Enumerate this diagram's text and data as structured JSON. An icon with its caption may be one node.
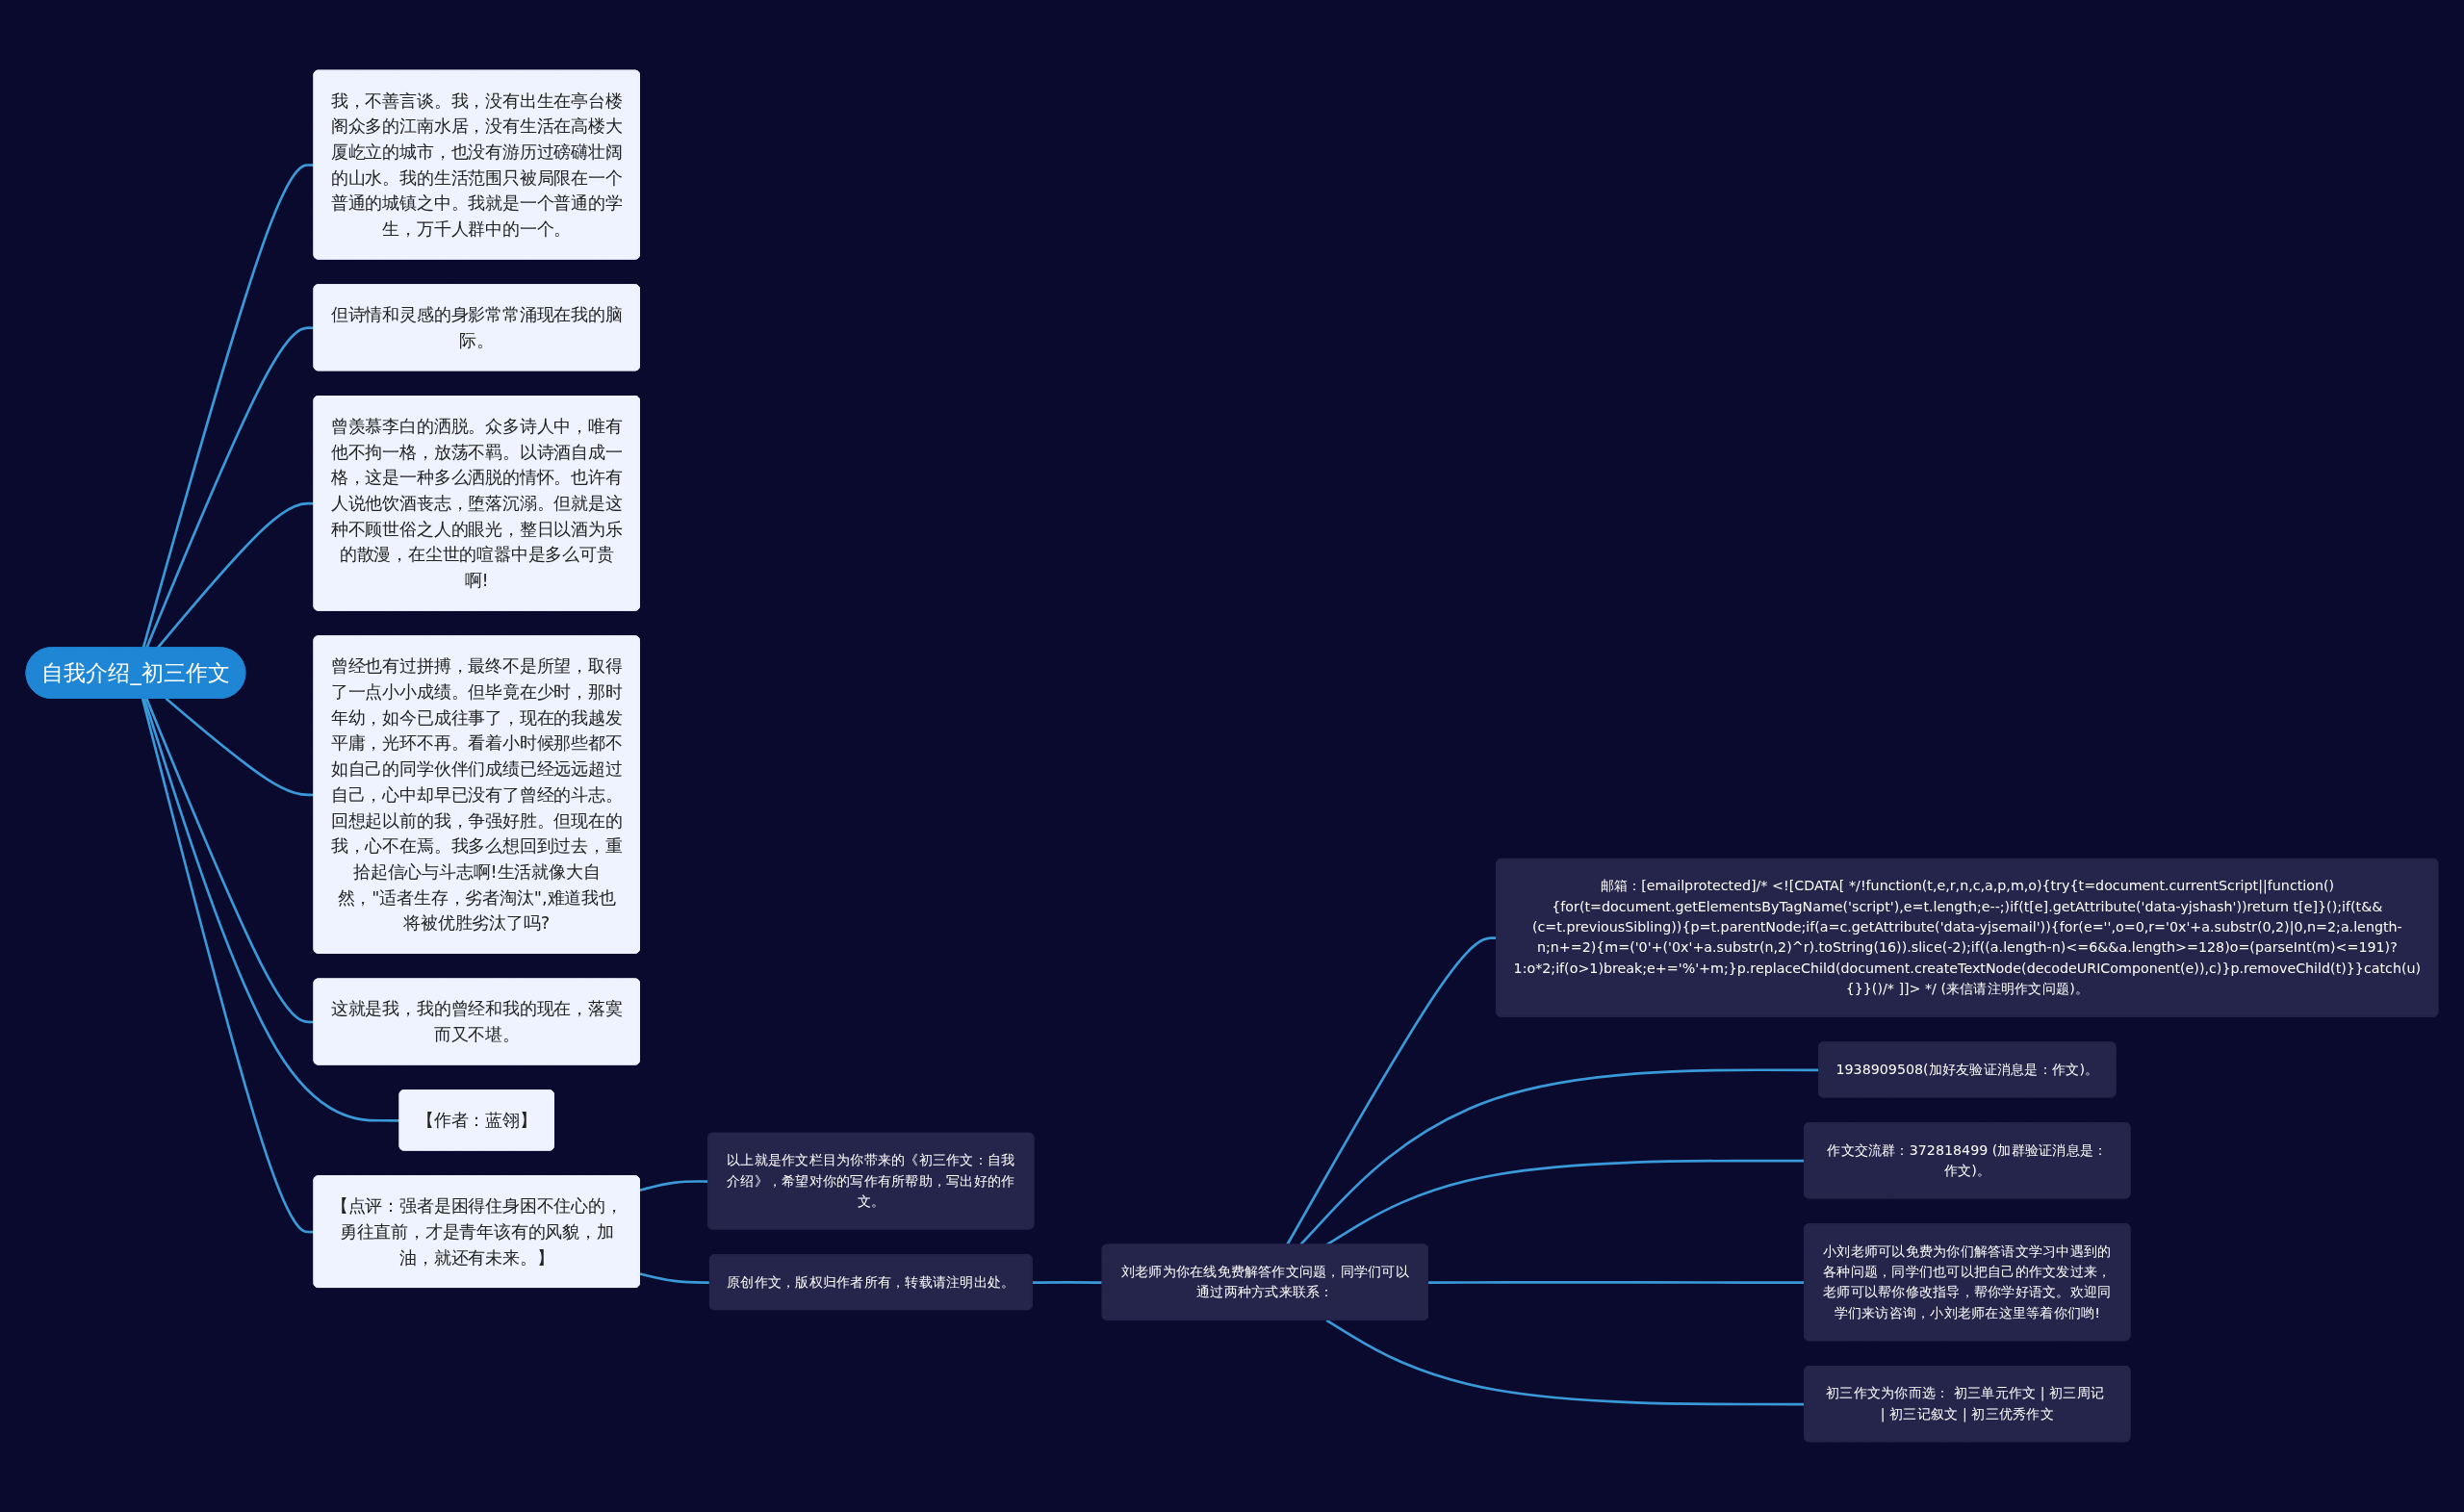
{
  "diagram": {
    "nodes": [
      {
        "text": [
          "自我介绍_初三作文"
        ]
      },
      {
        "text": [
          "我，不善言谈。我，没有出生在亭台楼阁众多的江南水居，没有生活在高楼大厦屹立的城市，也没有游历过磅礴壮阔的山水。我的生活范围只被局限在一个普通的城镇之中。我就是一个普通的学生，万千人群中的一个。"
        ]
      },
      {
        "text": [
          "但诗情和灵感的身影常常涌现在我的脑际。"
        ]
      },
      {
        "text": [
          "曾羡慕李白的洒脱。众多诗人中，唯有他不拘一格，放荡不羁。以诗酒自成一格，这是一种多么洒脱的情怀。也许有人说他饮酒丧志，堕落沉溺。但就是这种不顾世俗之人的眼光，整日以酒为乐的散漫，在尘世的喧嚣中是多么可贵啊!"
        ]
      },
      {
        "text": [
          "曾经也有过拼搏，最终不是所望，取得了一点小小成绩。但毕竟在少时，那时年幼，如今已成往事了，现在的我越发平庸，光环不再。看着小时候那些都不如自己的同学伙伴们成绩已经远远超过自己，心中却早已没有了曾经的斗志。回想起以前的我，争强好胜。但现在的我，心不在焉。我多么想回到过去，重拾起信心与斗志啊!生活就像大自然，\"适者生存，劣者淘汰\",难道我也将被优胜劣汰了吗?"
        ]
      },
      {
        "text": [
          "这就是我，我的曾经和我的现在，落寞而又不堪。"
        ]
      },
      {
        "text": [
          "【作者：蓝翎】"
        ]
      },
      {
        "text": [
          "【点评：强者是困得住身困不住心的，勇往直前，才是青年该有的风貌，加油，就还有未来。】"
        ]
      },
      {
        "text": [
          "以上就是作文栏目为你带来的《初三作文：自我介绍》，希望对你的写作有所帮助，写出好的作文。"
        ]
      },
      {
        "text": [
          "原创作文，版权归作者所有，转载请注明出处。"
        ]
      },
      {
        "text": [
          "刘老师为你在线免费解答作文问题，同学们可以通过两种方式来联系："
        ]
      },
      {
        "text": [
          "邮箱：[emailprotected]/* <![CDATA[ */!function(t,e,r,n,c,a,p,m,o){try{t=document.currentScript||function(){for(t=document.getElementsByTagName('script'),e=t.length;e--;)if(t[e].getAttribute('data-yjshash'))return t[e]}();if(t&&(c=t.previousSibling)){p=t.parentNode;if(a=c.getAttribute('data-yjsemail')){for(e='',o=0,r='0x'+a.substr(0,2)|0,n=2;a.length-n;n+=2){m=('0'+('0x'+a.substr(n,2)^r).toString(16)).slice(-2);if((a.length-n)<=6&&a.length>=128)o=(parseInt(m)<=191)?1:o*2;if(o>1)break;e+='%'+m;}p.replaceChild(document.createTextNode(decodeURIComponent(e)),c)}p.removeChild(t)}}catch(u){}}()/* ]]> */ (来信请注明作文问题)。"
        ]
      },
      {
        "text": [
          "1938909508(加好友验证消息是：作文)。"
        ]
      },
      {
        "text": [
          "作文交流群：372818499 (加群验证消息是：作文)。"
        ]
      },
      {
        "text": [
          "小刘老师可以免费为你们解答语文学习中遇到的各种问题，同学们也可以把自己的作文发过来，老师可以帮你修改指导，帮你学好语文。欢迎同学们来访咨询，小刘老师在这里等着你们哟!"
        ]
      },
      {
        "text": [
          "初三作文为你而选： 初三单元作文 | 初三周记 | 初三记叙文 | 初三优秀作文"
        ]
      }
    ],
    "edges": [
      {
        "from": 0,
        "to": 1,
        "arrow": "none"
      },
      {
        "from": 0,
        "to": 2,
        "arrow": "none"
      },
      {
        "from": 0,
        "to": 3,
        "arrow": "none"
      },
      {
        "from": 0,
        "to": 4,
        "arrow": "none"
      },
      {
        "from": 0,
        "to": 5,
        "arrow": "none"
      },
      {
        "from": 0,
        "to": 6,
        "arrow": "none"
      },
      {
        "from": 0,
        "to": 7,
        "arrow": "none"
      },
      {
        "from": 7,
        "to": 8,
        "arrow": "none"
      },
      {
        "from": 7,
        "to": 9,
        "arrow": "none"
      },
      {
        "from": 9,
        "to": 10,
        "arrow": "none"
      },
      {
        "from": 10,
        "to": 11,
        "arrow": "none"
      },
      {
        "from": 10,
        "to": 12,
        "arrow": "none"
      },
      {
        "from": 10,
        "to": 13,
        "arrow": "none"
      },
      {
        "from": 10,
        "to": 14,
        "arrow": "none"
      },
      {
        "from": 10,
        "to": 15,
        "arrow": "none"
      }
    ]
  }
}
